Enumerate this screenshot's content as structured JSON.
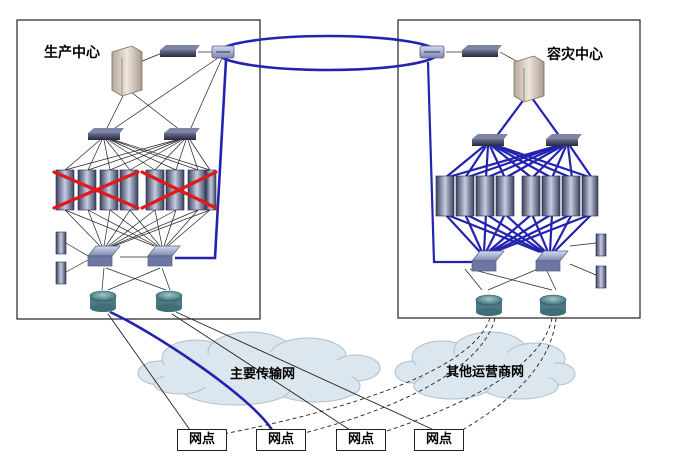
{
  "production_center": {
    "label": "生产中心"
  },
  "dr_center": {
    "label": "容灾中心"
  },
  "clouds": {
    "main_network": "主要传输网",
    "other_carrier_network": "其他运营商网"
  },
  "branch_nodes": [
    {
      "label": "网点"
    },
    {
      "label": "网点"
    },
    {
      "label": "网点"
    },
    {
      "label": "网点"
    }
  ],
  "colors": {
    "primary_link": "#2323b0",
    "normal_link": "#222222",
    "failure_cross": "#e01a1a",
    "cloud_fill": "#dbe6ee"
  }
}
